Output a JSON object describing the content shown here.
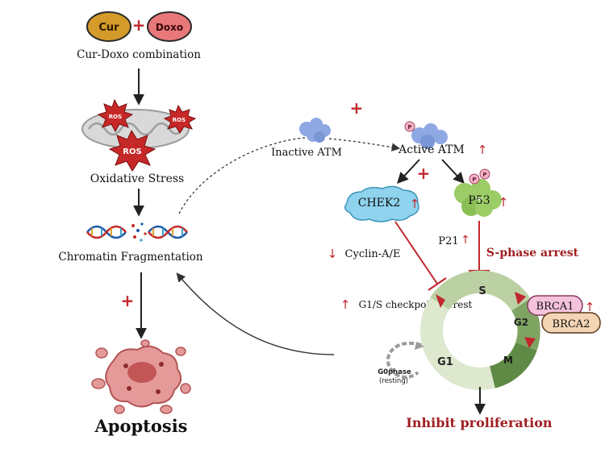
{
  "nodes": {
    "cur": "Cur",
    "doxo": "Doxo",
    "combination": "Cur-Doxo combination",
    "ros_small": "ROS",
    "ros_big": "ROS",
    "oxidative_stress": "Oxidative Stress",
    "chromatin": "Chromatin Fragmentation",
    "apoptosis": "Apoptosis",
    "inactive_atm": "Inactive ATM",
    "active_atm": "Active ATM",
    "chek2": "CHEK2",
    "p53": "P53",
    "p21": "P21",
    "phospho": "P",
    "cyclin": "Cyclin-A/E",
    "s_phase_arrest": "S-phase arrest",
    "g1s_arrest": "G1/S checkpoint arrest",
    "brca1": "BRCA1",
    "brca2": "BRCA2",
    "phase_s": "S",
    "phase_g2": "G2",
    "phase_m": "M",
    "phase_g1": "G1",
    "g0_phase": "G0phase",
    "g0_resting": "(resting)",
    "inhibit": "Inhibit proliferation"
  },
  "symbols": {
    "plus": "+",
    "up_arrow": "↑",
    "down_arrow": "↓"
  },
  "colors": {
    "accent_red": "#c0272d",
    "dark_red": "#a01e22",
    "cur_fill": "#d49a2a",
    "doxo_fill": "#e8787a",
    "chek2_fill": "#8fd3ee",
    "p53_fill": "#9ccc65",
    "atm_fill": "#8ea8e4",
    "brca1_fill": "#f4c2dc",
    "brca2_fill": "#f3d4b4",
    "cycle_light": "#dde8cf",
    "cycle_mid": "#a9c08e",
    "cycle_dark": "#5f8a45"
  }
}
